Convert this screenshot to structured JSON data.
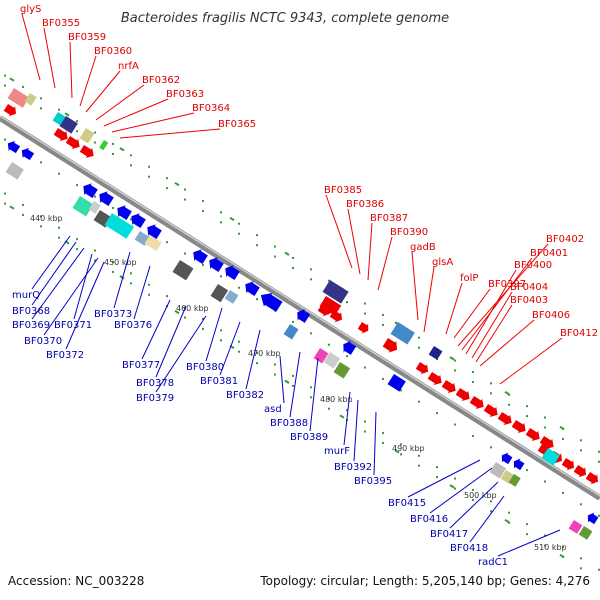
{
  "title": "Bacteroides fragilis NCTC 9343, complete genome",
  "footer": {
    "accession": "Accession: NC_003228",
    "topology": "Topology: circular; Length: 5,205,140 bp; Genes: 4,276"
  },
  "colors": {
    "forward": "#ee0000",
    "reverse": "#0000ee",
    "backbone": "#888888",
    "ticks": "#339933"
  },
  "ticks": [
    "440 kbp",
    "450 kbp",
    "460 kbp",
    "470 kbp",
    "480 kbp",
    "490 kbp",
    "500 kbp",
    "510 kbp"
  ],
  "forward_labels": [
    "glyS",
    "BF0355",
    "BF0359",
    "BF0360",
    "nrfA",
    "BF0362",
    "BF0363",
    "BF0364",
    "BF0365",
    "BF0385",
    "BF0386",
    "BF0387",
    "BF0390",
    "gadB",
    "glsA",
    "folP",
    "BF0397",
    "BF0402",
    "BF0401",
    "BF0400",
    "BF0404",
    "BF0403",
    "BF0406",
    "BF0412"
  ],
  "reverse_labels": [
    "murQ",
    "BF0368",
    "BF0369",
    "BF0371",
    "BF0370",
    "BF0373",
    "BF0372",
    "BF0376",
    "BF0377",
    "BF0378",
    "BF0380",
    "BF0379",
    "BF0381",
    "BF0382",
    "asd",
    "BF0388",
    "BF0389",
    "murF",
    "BF0392",
    "BF0395",
    "BF0415",
    "BF0416",
    "BF0417",
    "BF0418",
    "radC1"
  ]
}
